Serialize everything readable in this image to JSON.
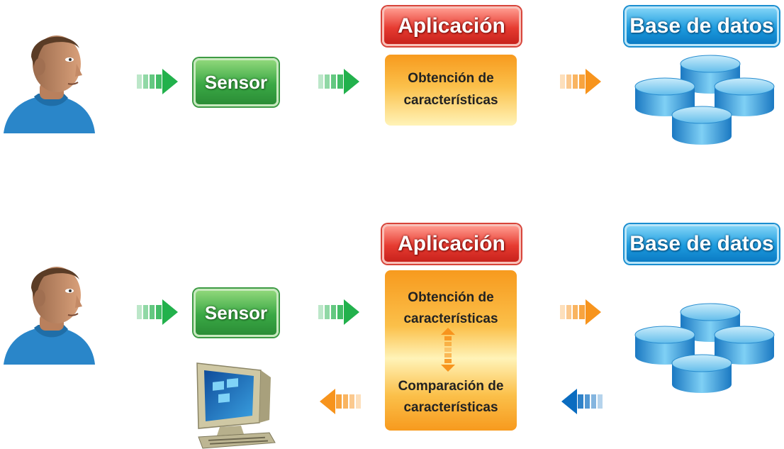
{
  "enrollment": {
    "sensor_label": "Sensor",
    "app_label": "Aplicación",
    "feature_line1": "Obtención de",
    "feature_line2": "características",
    "db_label": "Base de datos"
  },
  "verification": {
    "sensor_label": "Sensor",
    "app_label": "Aplicación",
    "feature_line1": "Obtención de",
    "feature_line2": "características",
    "compare_line1": "Comparación de",
    "compare_line2": "características",
    "db_label": "Base de datos"
  },
  "colors": {
    "green_arrow": "#22b14c",
    "orange_arrow": "#f7941d",
    "blue_arrow": "#0a6cc0"
  },
  "icons": [
    "person-face-icon",
    "database-icon",
    "computer-icon"
  ]
}
